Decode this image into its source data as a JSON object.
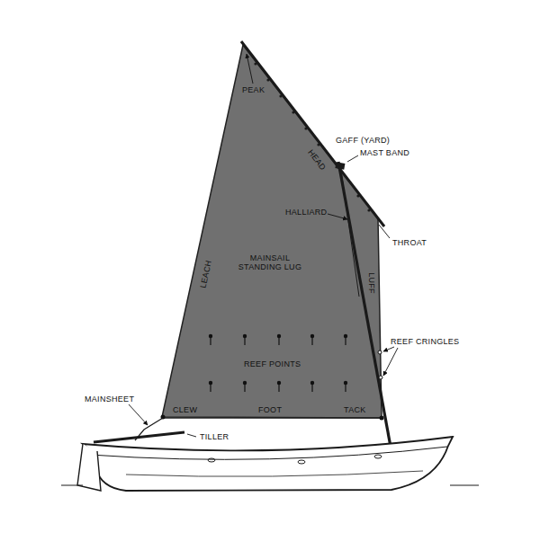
{
  "diagram": {
    "labels": [
      "PEAK",
      "GAFF (YARD)",
      "HEAD",
      "MAST BAND",
      "HALLIARD",
      "THROAT",
      "LEACH",
      "MAINSAIL STANDING LUG",
      "LUFF",
      "REEF CRINGLES",
      "REEF POINTS",
      "MAINSHEET",
      "CLEW",
      "FOOT",
      "TACK",
      "TILLER"
    ]
  }
}
